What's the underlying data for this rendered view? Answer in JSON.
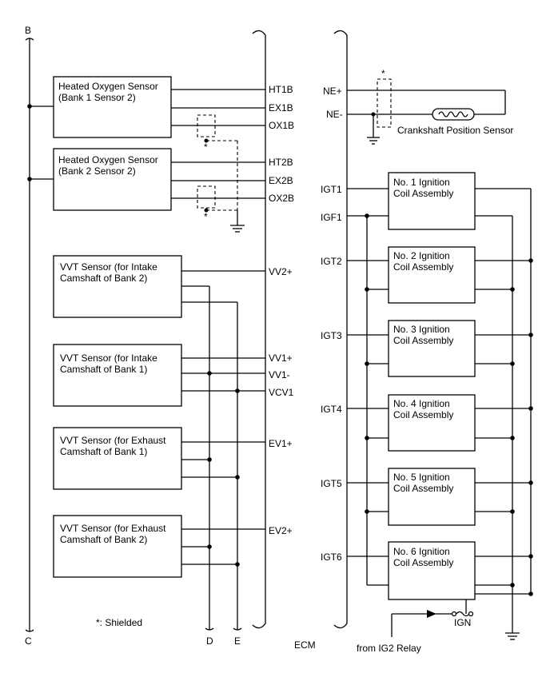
{
  "connectors": {
    "top_left": "B",
    "bottom_left": "C",
    "bottom_d": "D",
    "bottom_e": "E"
  },
  "ecm_label": "ECM",
  "shield_mark": "*",
  "shield_note": "*: Shielded",
  "ho2s1": {
    "line1": "Heated Oxygen Sensor",
    "line2": "(Bank 1 Sensor 2)",
    "pins": [
      "HT1B",
      "EX1B",
      "OX1B"
    ]
  },
  "ho2s2": {
    "line1": "Heated Oxygen Sensor",
    "line2": "(Bank 2 Sensor 2)",
    "pins": [
      "HT2B",
      "EX2B",
      "OX2B"
    ]
  },
  "vvt": [
    {
      "line1": "VVT Sensor (for Intake",
      "line2": "Camshaft of Bank 2)",
      "pin": "VV2+"
    },
    {
      "line1": "VVT Sensor (for Intake",
      "line2": "Camshaft of Bank 1)",
      "pins": [
        "VV1+",
        "VV1-",
        "VCV1"
      ]
    },
    {
      "line1": "VVT Sensor (for Exhaust",
      "line2": "Camshaft of Bank 1)",
      "pin": "EV1+"
    },
    {
      "line1": "VVT Sensor (for Exhaust",
      "line2": "Camshaft of Bank 2)",
      "pin": "EV2+"
    }
  ],
  "crank": {
    "pins": [
      "NE+",
      "NE-"
    ],
    "label": "Crankshaft Position Sensor"
  },
  "igf_label": "IGF1",
  "coils": [
    {
      "pin": "IGT1",
      "line1": "No. 1 Ignition",
      "line2": "Coil Assembly"
    },
    {
      "pin": "IGT2",
      "line1": "No. 2 Ignition",
      "line2": "Coil Assembly"
    },
    {
      "pin": "IGT3",
      "line1": "No. 3 Ignition",
      "line2": "Coil Assembly"
    },
    {
      "pin": "IGT4",
      "line1": "No. 4 Ignition",
      "line2": "Coil Assembly"
    },
    {
      "pin": "IGT5",
      "line1": "No. 5 Ignition",
      "line2": "Coil Assembly"
    },
    {
      "pin": "IGT6",
      "line1": "No. 6 Ignition",
      "line2": "Coil Assembly"
    }
  ],
  "fuse_label": "IGN",
  "relay_label": "from IG2 Relay"
}
